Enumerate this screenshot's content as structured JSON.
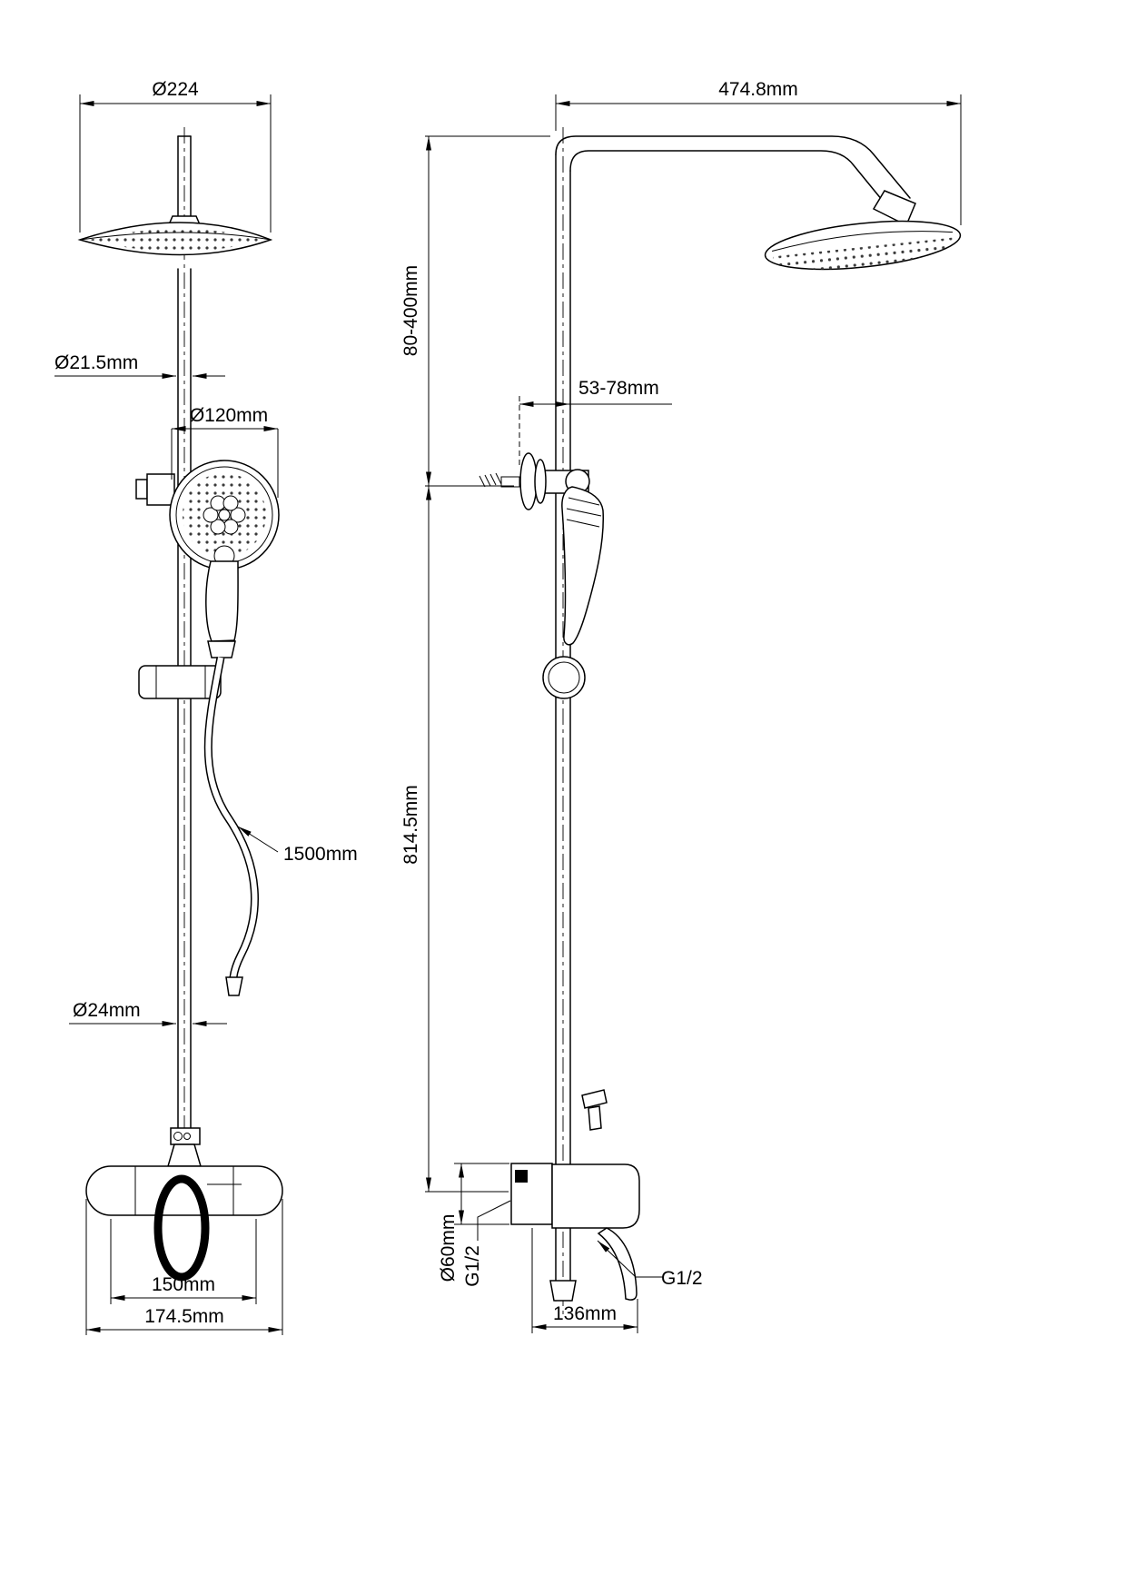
{
  "title": "Shower system installation technical drawing",
  "drawing": {
    "front": {
      "head_diameter": "Ø224",
      "riser_diameter": "Ø21.5mm",
      "handshower_diameter": "Ø120mm",
      "hose_length": "1500mm",
      "lower_riser_diameter": "Ø24mm",
      "inlet_center_distance": "150mm",
      "mixer_overall_width": "174.5mm"
    },
    "side": {
      "arm_reach": "474.8mm",
      "height_adjustment": "80-400mm",
      "wall_bracket_range": "53-78mm",
      "riser_height": "814.5mm",
      "escutcheon_diameter": "Ø60mm",
      "inlet_thread": "G1/2",
      "outlet_thread": "G1/2",
      "wall_offset": "136mm"
    },
    "colors": {
      "line": "#000000",
      "background": "#ffffff"
    }
  }
}
